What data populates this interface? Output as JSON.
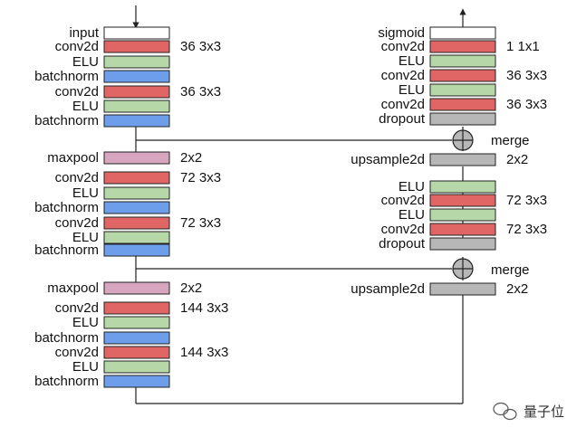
{
  "colors": {
    "input": "#ffffff",
    "conv2d": "#e06666",
    "ELU": "#b6d7a8",
    "batchnorm": "#6d9eeb",
    "maxpool": "#d5a6bd",
    "upsample2d": "#b7b7b7",
    "dropout": "#b7b7b7",
    "sigmoid": "#ffffff",
    "line": "#222222"
  },
  "diagram": {
    "encoder": [
      {
        "label": "input",
        "type": "input",
        "param": ""
      },
      {
        "label": "conv2d",
        "type": "conv2d",
        "param": "36 3x3"
      },
      {
        "label": "ELU",
        "type": "ELU",
        "param": ""
      },
      {
        "label": "batchnorm",
        "type": "batchnorm",
        "param": ""
      },
      {
        "label": "conv2d",
        "type": "conv2d",
        "param": "36 3x3"
      },
      {
        "label": "ELU",
        "type": "ELU",
        "param": ""
      },
      {
        "label": "batchnorm",
        "type": "batchnorm",
        "param": ""
      },
      {
        "label": "maxpool",
        "type": "maxpool",
        "param": "2x2"
      },
      {
        "label": "conv2d",
        "type": "conv2d",
        "param": "72 3x3"
      },
      {
        "label": "ELU",
        "type": "ELU",
        "param": ""
      },
      {
        "label": "batchnorm",
        "type": "batchnorm",
        "param": ""
      },
      {
        "label": "conv2d",
        "type": "conv2d",
        "param": "72 3x3"
      },
      {
        "label": "ELU",
        "type": "ELU",
        "param": ""
      },
      {
        "label": "batchnorm",
        "type": "batchnorm",
        "param": ""
      },
      {
        "label": "maxpool",
        "type": "maxpool",
        "param": "2x2"
      },
      {
        "label": "conv2d",
        "type": "conv2d",
        "param": "144 3x3"
      },
      {
        "label": "ELU",
        "type": "ELU",
        "param": ""
      },
      {
        "label": "batchnorm",
        "type": "batchnorm",
        "param": ""
      },
      {
        "label": "conv2d",
        "type": "conv2d",
        "param": "144 3x3"
      },
      {
        "label": "ELU",
        "type": "ELU",
        "param": ""
      },
      {
        "label": "batchnorm",
        "type": "batchnorm",
        "param": ""
      }
    ],
    "decoder": [
      {
        "label": "sigmoid",
        "type": "sigmoid",
        "param": ""
      },
      {
        "label": "conv2d",
        "type": "conv2d",
        "param": "1   1x1"
      },
      {
        "label": "ELU",
        "type": "ELU",
        "param": ""
      },
      {
        "label": "conv2d",
        "type": "conv2d",
        "param": "36 3x3"
      },
      {
        "label": "ELU",
        "type": "ELU",
        "param": ""
      },
      {
        "label": "conv2d",
        "type": "conv2d",
        "param": "36 3x3"
      },
      {
        "label": "dropout",
        "type": "dropout",
        "param": ""
      },
      {
        "label": "upsample2d",
        "type": "upsample2d",
        "param": "2x2"
      },
      {
        "label": "ELU",
        "type": "ELU",
        "param": ""
      },
      {
        "label": "conv2d",
        "type": "conv2d",
        "param": "72 3x3"
      },
      {
        "label": "ELU",
        "type": "ELU",
        "param": ""
      },
      {
        "label": "conv2d",
        "type": "conv2d",
        "param": "72 3x3"
      },
      {
        "label": "dropout",
        "type": "dropout",
        "param": ""
      },
      {
        "label": "upsample2d",
        "type": "upsample2d",
        "param": "2x2"
      }
    ],
    "merges": [
      "merge",
      "merge"
    ],
    "watermark": "量子位"
  }
}
